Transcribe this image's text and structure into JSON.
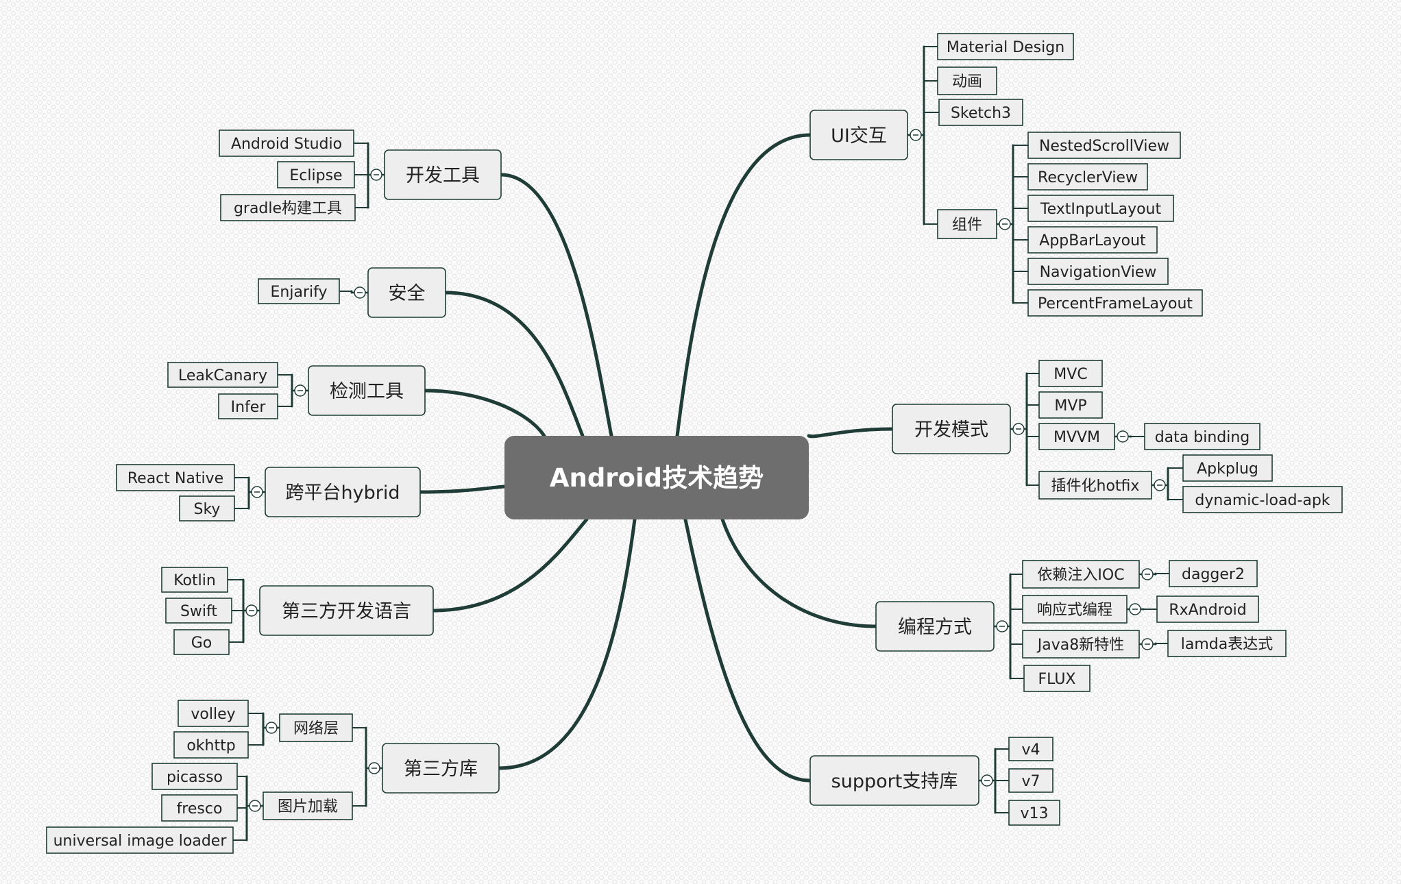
{
  "root": {
    "label": "Android技术趋势"
  },
  "colors": {
    "line": "#1f3d36",
    "root_fill": "#6e6e6e",
    "node_fill": "#eeeeee",
    "node_stroke": "#1f3d36"
  },
  "branches": [
    {
      "id": "kaifa-gongju",
      "label": "开发工具",
      "children": [
        {
          "label": "Android Studio"
        },
        {
          "label": "Eclipse"
        },
        {
          "label": "gradle构建工具"
        }
      ]
    },
    {
      "id": "anquan",
      "label": "安全",
      "children": [
        {
          "label": "Enjarify"
        }
      ]
    },
    {
      "id": "jiance-gongju",
      "label": "检测工具",
      "children": [
        {
          "label": "LeakCanary"
        },
        {
          "label": "Infer"
        }
      ]
    },
    {
      "id": "kuapingtai",
      "label": "跨平台hybrid",
      "children": [
        {
          "label": "React Native"
        },
        {
          "label": "Sky"
        }
      ]
    },
    {
      "id": "disanfang-yuyan",
      "label": "第三方开发语言",
      "children": [
        {
          "label": "Kotlin"
        },
        {
          "label": "Swift"
        },
        {
          "label": "Go"
        }
      ]
    },
    {
      "id": "disanfang-ku",
      "label": "第三方库",
      "children": [
        {
          "label": "网络层",
          "children": [
            {
              "label": "volley"
            },
            {
              "label": "okhttp"
            }
          ]
        },
        {
          "label": "图片加载",
          "children": [
            {
              "label": "picasso"
            },
            {
              "label": "fresco"
            },
            {
              "label": "universal image loader"
            }
          ]
        }
      ]
    },
    {
      "id": "ui-jiaohu",
      "label": "UI交互",
      "children": [
        {
          "label": "Material Design"
        },
        {
          "label": "动画"
        },
        {
          "label": "Sketch3"
        },
        {
          "label": "组件",
          "children": [
            {
              "label": "NestedScrollView"
            },
            {
              "label": "RecyclerView"
            },
            {
              "label": "TextInputLayout"
            },
            {
              "label": "AppBarLayout"
            },
            {
              "label": "NavigationView"
            },
            {
              "label": "PercentFrameLayout"
            }
          ]
        }
      ]
    },
    {
      "id": "kaifa-moshi",
      "label": "开发模式",
      "children": [
        {
          "label": "MVC"
        },
        {
          "label": "MVP"
        },
        {
          "label": "MVVM",
          "children": [
            {
              "label": "data binding"
            }
          ]
        },
        {
          "label": "插件化hotfix",
          "children": [
            {
              "label": "Apkplug"
            },
            {
              "label": "dynamic-load-apk"
            }
          ]
        }
      ]
    },
    {
      "id": "biancheng-fangshi",
      "label": "编程方式",
      "children": [
        {
          "label": "依赖注入IOC",
          "children": [
            {
              "label": "dagger2"
            }
          ]
        },
        {
          "label": "响应式编程",
          "children": [
            {
              "label": "RxAndroid"
            }
          ]
        },
        {
          "label": "Java8新特性",
          "children": [
            {
              "label": "lamda表达式"
            }
          ]
        },
        {
          "label": "FLUX"
        }
      ]
    },
    {
      "id": "support-ku",
      "label": "support支持库",
      "children": [
        {
          "label": "v4"
        },
        {
          "label": "v7"
        },
        {
          "label": "v13"
        }
      ]
    }
  ]
}
